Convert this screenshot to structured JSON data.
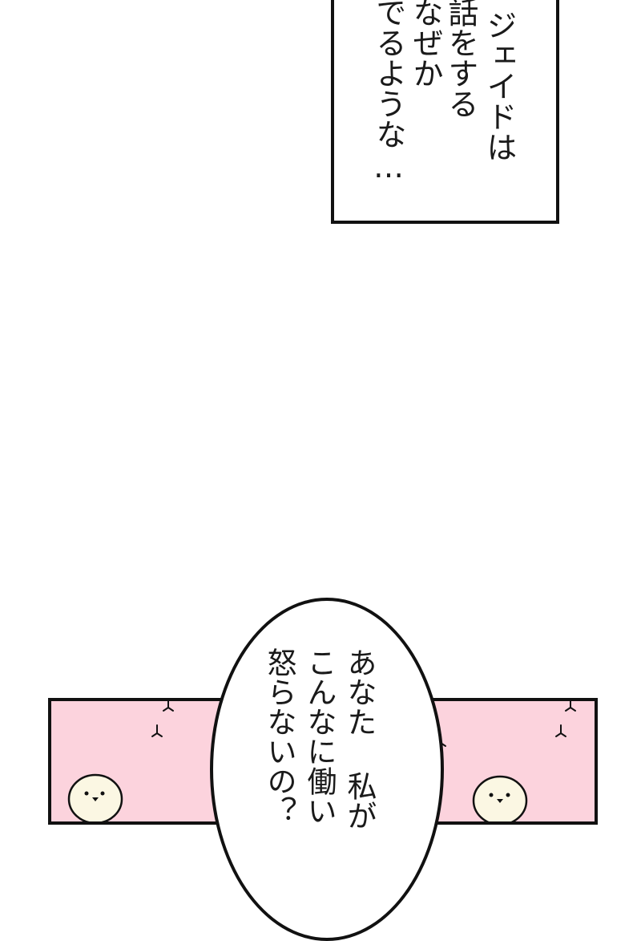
{
  "narration": {
    "columns": [
      "ジェイドは",
      "話をする",
      "なぜか",
      "でるような…"
    ]
  },
  "speech_bubble": {
    "columns": [
      "あなた 私が",
      "こんなに働い",
      "怒らないの？"
    ]
  },
  "colors": {
    "panel_background": "#fcd3dd",
    "ink": "#111111",
    "bird_body": "#fbf7e3"
  },
  "icons": [
    "bird-footprint-icon",
    "chick-icon"
  ]
}
